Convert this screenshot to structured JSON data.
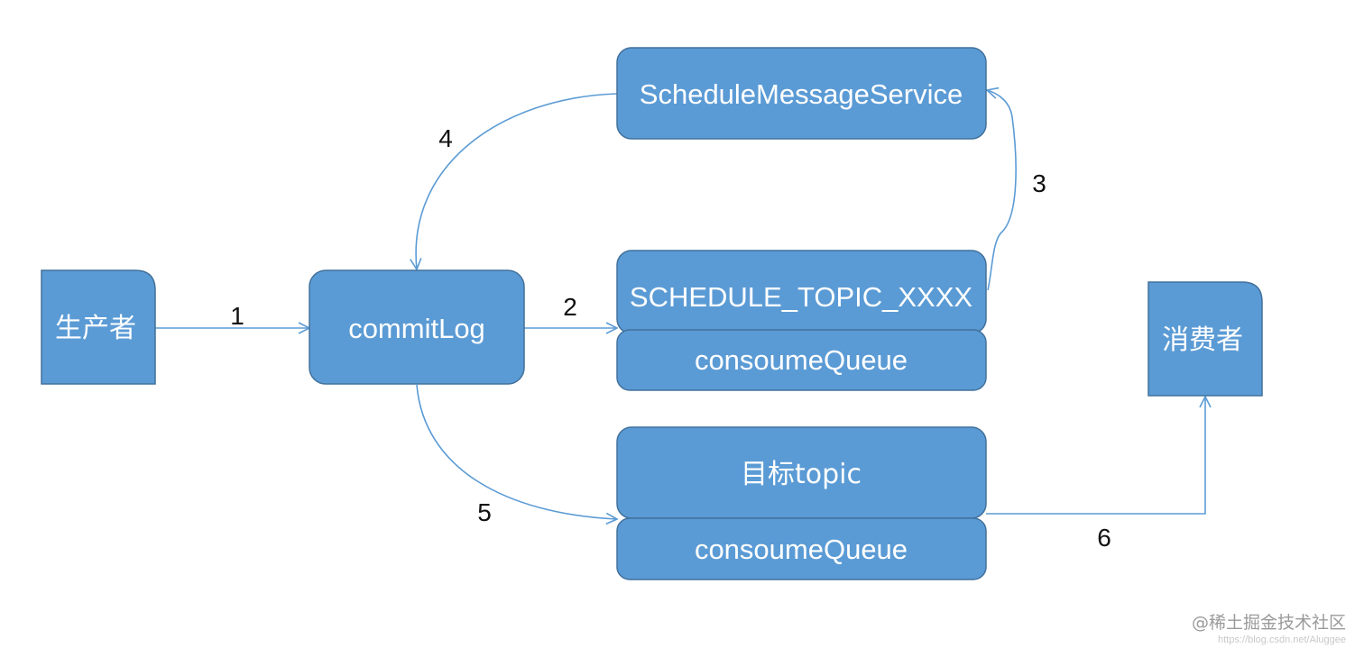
{
  "colors": {
    "node_fill": "#5b9bd5",
    "node_stroke": "#41719c",
    "edge": "#5b9bd5",
    "label_text": "#ffffff",
    "edge_label_text": "#111111"
  },
  "nodes": {
    "producer": "生产者",
    "commit_log": "commitLog",
    "schedule_message_service": "ScheduleMessageService",
    "schedule_topic": "SCHEDULE_TOPIC_XXXX",
    "schedule_consume_queue": "consoumeQueue",
    "target_topic": "目标topic",
    "target_consume_queue": "consoumeQueue",
    "consumer": "消费者"
  },
  "edges": [
    {
      "id": "1",
      "label": "1",
      "from": "producer",
      "to": "commit_log"
    },
    {
      "id": "2",
      "label": "2",
      "from": "commit_log",
      "to": "schedule_topic"
    },
    {
      "id": "3",
      "label": "3",
      "from": "schedule_topic",
      "to": "schedule_message_service"
    },
    {
      "id": "4",
      "label": "4",
      "from": "schedule_message_service",
      "to": "commit_log"
    },
    {
      "id": "5",
      "label": "5",
      "from": "commit_log",
      "to": "target_topic"
    },
    {
      "id": "6",
      "label": "6",
      "from": "target_topic",
      "to": "consumer"
    }
  ],
  "watermark": {
    "brand": "@稀土掘金技术社区",
    "url": "https://blog.csdn.net/Aluggee"
  }
}
